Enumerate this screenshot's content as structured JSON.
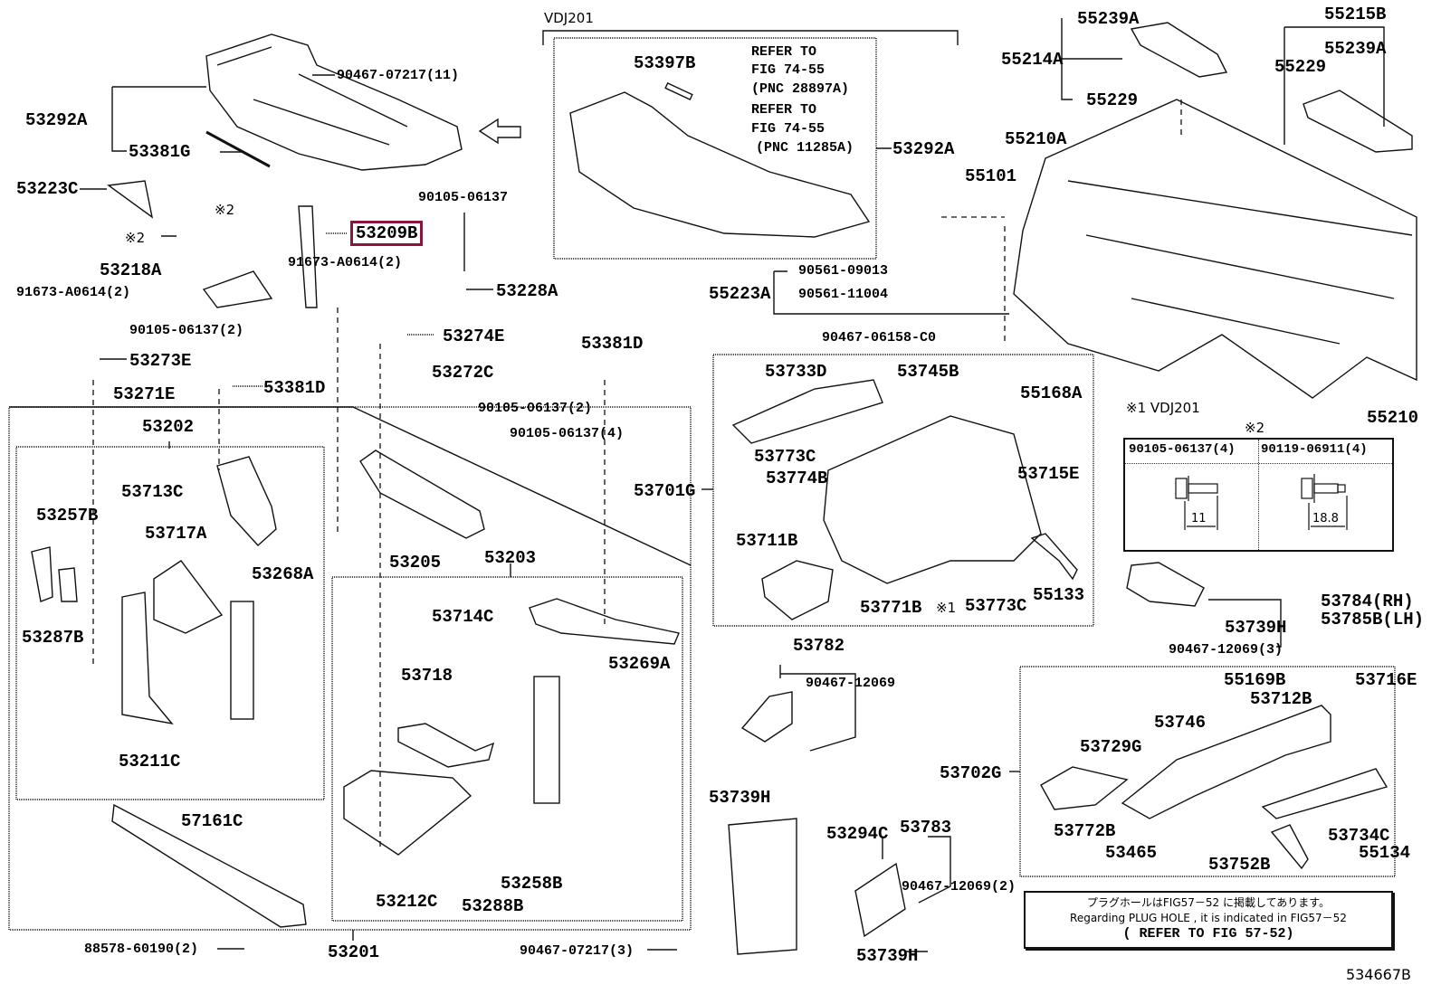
{
  "diagram": {
    "figure_id": "534667B",
    "highlight_color": "#8b1538",
    "highlighted_part": "53209B",
    "variant_label": "VDJ201",
    "footnote_1": "※1 VDJ201",
    "footnote_2_marker": "※2",
    "arrow": "left-arrow",
    "labels": {
      "p90467_07217_11": "90467-07217(11)",
      "p53292A_left": "53292A",
      "p53381G": "53381G",
      "p53223C": "53223C",
      "mark2_a": "※2",
      "mark2_b": "※2",
      "p53209B": "53209B",
      "p90105_06137_top": "90105-06137",
      "p53218A": "53218A",
      "p91673_A0614_2_left": "91673-A0614(2)",
      "p91673_A0614_2_mid": "91673-A0614(2)",
      "p53228A": "53228A",
      "p90105_06137_2_left": "90105-06137(2)",
      "p53274E": "53274E",
      "p53273E": "53273E",
      "p53272C": "53272C",
      "p53271E": "53271E",
      "p53381D_left": "53381D",
      "p53381D_mid": "53381D",
      "p90105_06137_2_mid": "90105-06137(2)",
      "p90105_06137_4": "90105-06137(4)",
      "p53202": "53202",
      "p53713C": "53713C",
      "p53257B": "53257B",
      "p53717A": "53717A",
      "p53268A": "53268A",
      "p53287B": "53287B",
      "p53211C": "53211C",
      "p53205": "53205",
      "p53203": "53203",
      "p53714C": "53714C",
      "p53718": "53718",
      "p53269A": "53269A",
      "p53212C": "53212C",
      "p53288B": "53288B",
      "p53258B": "53258B",
      "p57161C": "57161C",
      "p88578_60190_2": "88578-60190(2)",
      "p53201": "53201",
      "p90467_07217_3": "90467-07217(3)",
      "p53397B": "53397B",
      "refer1_l1": "REFER TO",
      "refer1_l2": "FIG 74-55",
      "refer1_l3": "(PNC 28897A)",
      "refer2_l1": "REFER TO",
      "refer2_l2": "FIG 74-55",
      "refer2_l3": "(PNC 11285A)",
      "p53292A_right": "53292A",
      "p55239A_left": "55239A",
      "p55214A": "55214A",
      "p55229_left": "55229",
      "p55215B": "55215B",
      "p55239A_right": "55239A",
      "p55229_right": "55229",
      "p55210A": "55210A",
      "p55101": "55101",
      "p90561_09013": "90561-09013",
      "p55223A": "55223A",
      "p90561_11004": "90561-11004",
      "p90467_06158_C0": "90467-06158-C0",
      "p55210": "55210",
      "p53733D": "53733D",
      "p53745B": "53745B",
      "p55168A": "55168A",
      "p53773C_top": "53773C",
      "p53715E": "53715E",
      "p53701G": "53701G",
      "p53774B": "53774B",
      "p53711B": "53711B",
      "p53771B": "53771B",
      "mark1": "※1",
      "p53773C_bot": "53773C",
      "p55133": "55133",
      "p53784RH": "53784(RH)",
      "p53785BLH": "53785B(LH)",
      "p53739H_right": "53739H",
      "p90467_12069_3": "90467-12069(3)",
      "p53782": "53782",
      "p90467_12069": "90467-12069",
      "p53739H_mid": "53739H",
      "p53294C": "53294C",
      "p53783": "53783",
      "p90467_12069_2": "90467-12069(2)",
      "p53739H_bot": "53739H",
      "p55169B": "55169B",
      "p53716E": "53716E",
      "p53712B": "53712B",
      "p53746": "53746",
      "p53729G": "53729G",
      "p53702G": "53702G",
      "p53772B": "53772B",
      "p53734C": "53734C",
      "p53465": "53465",
      "p53752B": "53752B",
      "p55134": "55134"
    },
    "spec_table": {
      "col1_header": "90105-06137(4)",
      "col2_header": "90119-06911(4)",
      "col1_dim": "11",
      "col2_dim": "18.8"
    },
    "note": {
      "line_jp": "プラグホールはFIG57－52 に掲載してあります。",
      "line_en": "Regarding  PLUG HOLE , it is  indicated  in  FIG57－52",
      "line_ref": "( REFER TO FIG 57-52)"
    }
  }
}
